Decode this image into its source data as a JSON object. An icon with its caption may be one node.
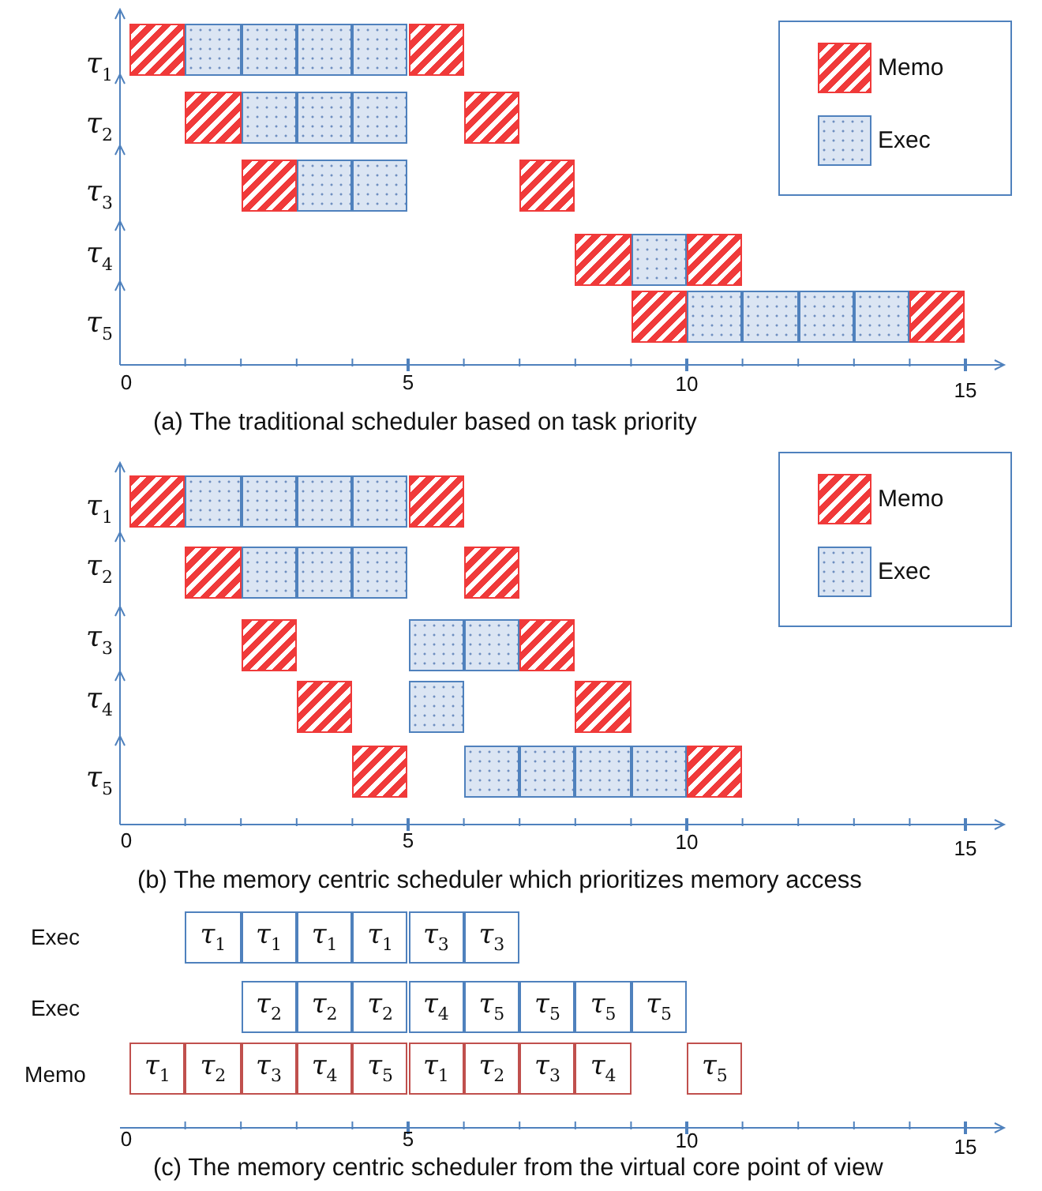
{
  "diagram": {
    "nodes": [
      {
        "text": [],
        "shape": "box"
      },
      {
        "text": [],
        "shape": "box"
      },
      {
        "text": [],
        "shape": "box"
      },
      {
        "text": [],
        "shape": "box"
      },
      {
        "text": [],
        "shape": "box"
      },
      {
        "text": [],
        "shape": "box"
      },
      {
        "text": [],
        "shape": "box"
      },
      {
        "text": [],
        "shape": "box"
      },
      {
        "text": [],
        "shape": "box"
      },
      {
        "text": [],
        "shape": "box"
      },
      {
        "text": [],
        "shape": "box"
      },
      {
        "text": [],
        "shape": "box"
      },
      {
        "text": [],
        "shape": "box"
      },
      {
        "text": [],
        "shape": "box"
      },
      {
        "text": [],
        "shape": "box"
      },
      {
        "text": [],
        "shape": "box"
      },
      {
        "text": [],
        "shape": "box"
      },
      {
        "text": [],
        "shape": "box"
      },
      {
        "text": [],
        "shape": "box"
      },
      {
        "text": [],
        "shape": "box"
      },
      {
        "text": [],
        "shape": "box"
      },
      {
        "text": [],
        "shape": "box"
      },
      {
        "text": [],
        "shape": "box"
      },
      {
        "text": [],
        "shape": "box"
      },
      {
        "text": [],
        "shape": "box"
      },
      {
        "text": [],
        "shape": "box"
      },
      {
        "text": [],
        "shape": "box"
      },
      {
        "text": [],
        "shape": "box"
      },
      {
        "text": [],
        "shape": "box"
      },
      {
        "text": [],
        "shape": "box"
      },
      {
        "text": [],
        "shape": "box"
      },
      {
        "text": [],
        "shape": "box"
      },
      {
        "text": [],
        "shape": "box"
      },
      {
        "text": [],
        "shape": "box"
      },
      {
        "text": [],
        "shape": "box"
      },
      {
        "text": [],
        "shape": "box"
      },
      {
        "text": [],
        "shape": "box"
      },
      {
        "text": [],
        "shape": "box"
      },
      {
        "text": [],
        "shape": "box"
      },
      {
        "text": [],
        "shape": "box"
      },
      {
        "text": [],
        "shape": "box"
      },
      {
        "text": [],
        "shape": "box"
      },
      {
        "text": [],
        "shape": "box"
      },
      {
        "text": [],
        "shape": "box"
      },
      {
        "text": [],
        "shape": "box"
      },
      {
        "text": [],
        "shape": "box"
      },
      {
        "text": [],
        "shape": "box"
      },
      {
        "text": [],
        "shape": "box"
      },
      {
        "text": [
          "τ$_{1}$"
        ]
      },
      {
        "text": [
          "τ$_{1}$"
        ]
      },
      {
        "text": [
          "τ$_{1}$"
        ]
      },
      {
        "text": [
          "τ$_{1}$"
        ]
      },
      {
        "text": [
          "τ$_{3}$"
        ]
      },
      {
        "text": [
          "τ$_{3}$"
        ]
      },
      {
        "text": [
          "τ$_{2}$"
        ]
      },
      {
        "text": [
          "τ$_{2}$"
        ]
      },
      {
        "text": [
          "τ$_{2}$"
        ]
      },
      {
        "text": [
          "τ$_{4}$"
        ]
      },
      {
        "text": [
          "τ$_{5}$"
        ]
      },
      {
        "text": [
          "τ$_{5}$"
        ]
      },
      {
        "text": [
          "τ$_{5}$"
        ]
      },
      {
        "text": [
          "τ$_{5}$"
        ]
      },
      {
        "text": [
          "τ$_{1}$"
        ]
      },
      {
        "text": [
          "τ$_{2}$"
        ]
      },
      {
        "text": [
          "τ$_{3}$"
        ]
      },
      {
        "text": [
          "τ$_{4}$"
        ]
      },
      {
        "text": [
          "τ$_{5}$"
        ]
      },
      {
        "text": [
          "τ$_{1}$"
        ]
      },
      {
        "text": [
          "τ$_{2}$"
        ]
      },
      {
        "text": [
          "τ$_{3}$"
        ]
      },
      {
        "text": [
          "τ$_{4}$"
        ]
      },
      {
        "text": [
          "τ$_{5}$"
        ]
      }
    ],
    "labels": [
      "τ$_{1}$",
      "τ$_{2}$",
      "τ$_{3}$",
      "τ$_{4}$",
      "τ$_{5}$",
      "0",
      "5",
      "10",
      "15",
      "(a) The traditional scheduler based on task priority",
      "τ$_{1}$",
      "τ$_{2}$",
      "τ$_{3}$",
      "τ$_{4}$",
      "τ$_{5}$",
      "0",
      "5",
      "10",
      "15",
      "(b) The memory centric scheduler which prioritizes memory  access",
      "Exec",
      "Exec",
      "Memo",
      "0",
      "5",
      "10",
      "15",
      "(c) The memory centric scheduler from the virtual core point of view"
    ],
    "legend": [
      {
        "text": "Memo",
        "color": "#f03a3a"
      },
      {
        "text": "Exec",
        "color": "#dbe5f3"
      },
      {
        "text": "Memo",
        "color": "#f03a3a"
      },
      {
        "text": "Exec",
        "color": "#dbe5f3"
      }
    ]
  }
}
